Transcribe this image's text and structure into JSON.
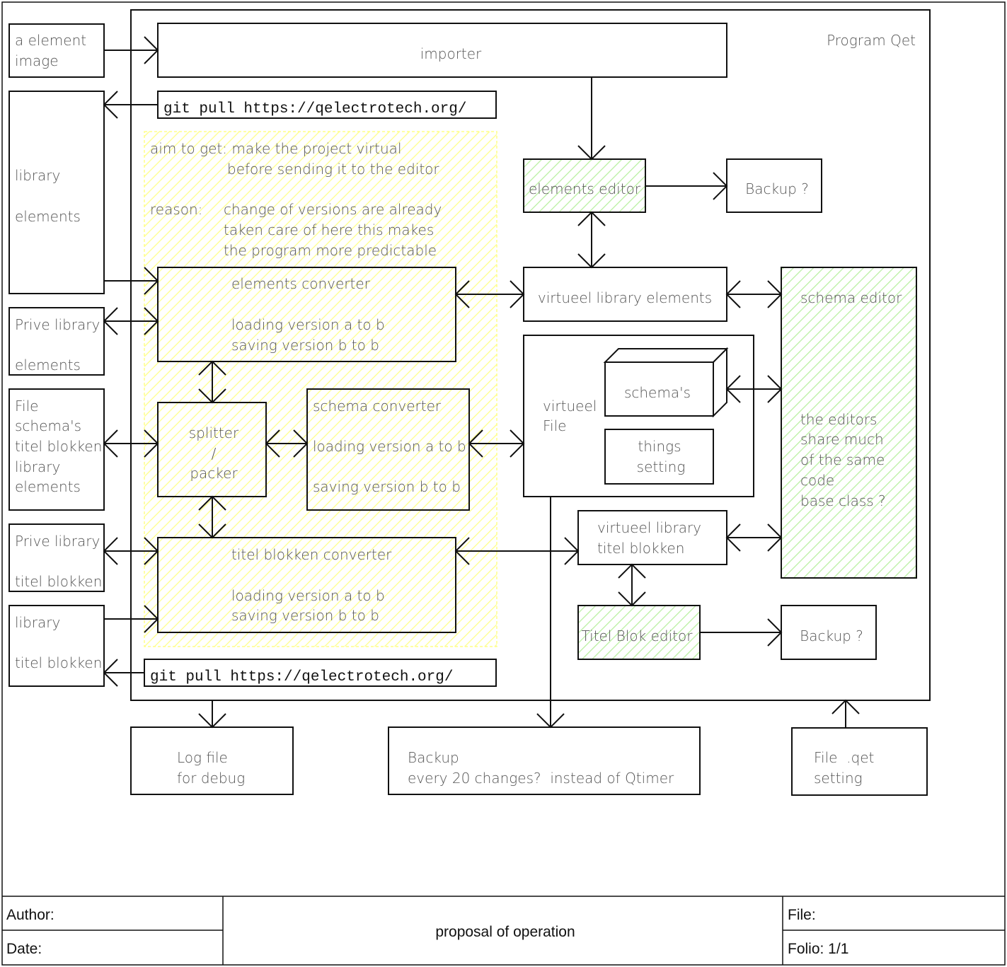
{
  "diagram": {
    "program_label": "Program Qet",
    "colors": {
      "line": "#111111",
      "text": "#555555",
      "hatch_yellow": "#ffff88",
      "hatch_green": "#b8f0a0",
      "background": "#ffffff"
    },
    "external_left": {
      "element_image": [
        "a element",
        "image"
      ],
      "library_elements": [
        "library",
        "elements"
      ],
      "prive_library_elements": [
        "Prive library",
        "elements"
      ],
      "file_schemas": [
        "File",
        "schema's",
        "titel blokken",
        "library",
        "elements"
      ],
      "prive_library_titel": [
        "Prive library",
        "titel blokken"
      ],
      "library_titel": [
        "library",
        "titel blokken"
      ]
    },
    "importer": "importer",
    "git_pull_top": "git pull https://qelectrotech.org/",
    "git_pull_bottom": "git pull https://qelectrotech.org/",
    "aim": {
      "line1": "aim to get: make the project virtual",
      "line2": "before sending it to the editor",
      "reason_label": "reason:",
      "reason1": "change of versions are already",
      "reason2": "taken care of here this makes",
      "reason3": "the program more predictable"
    },
    "elements_converter": {
      "title": "elements converter",
      "line1": "loading version a to b",
      "line2": "saving version b to b"
    },
    "splitter": [
      "splitter",
      "/",
      "packer"
    ],
    "schema_converter": {
      "title": "schema converter",
      "line1": "loading version a to b",
      "line2": "saving version b to b"
    },
    "titel_converter": {
      "title": "titel blokken converter",
      "line1": "loading version a to b",
      "line2": "saving version b to b"
    },
    "elements_editor": "elements editor",
    "backup_q1": "Backup ?",
    "backup_q2": "Backup ?",
    "virtueel_library_elements": "virtueel library elements",
    "virtueel_file": [
      "virtueel",
      "File"
    ],
    "schemas": "schema's",
    "things_setting": [
      "things",
      "setting"
    ],
    "schema_editor": {
      "title": "schema editor",
      "note": [
        "the editors",
        "share much",
        "of the same",
        "code",
        "base class ?"
      ]
    },
    "virtueel_library_titel": [
      "virtueel library",
      "titel blokken"
    ],
    "titel_blok_editor": "Titel Blok editor",
    "log_file": [
      "Log file",
      "for debug"
    ],
    "backup_bottom": [
      "Backup",
      "every 20 changes?  instead of Qtimer"
    ],
    "file_qet": [
      "File  .qet",
      "setting"
    ]
  },
  "cartouche": {
    "author_label": "Author:",
    "date_label": "Date:",
    "title": "proposal of operation",
    "file_label": "File:",
    "folio_label": "Folio: 1/1"
  }
}
